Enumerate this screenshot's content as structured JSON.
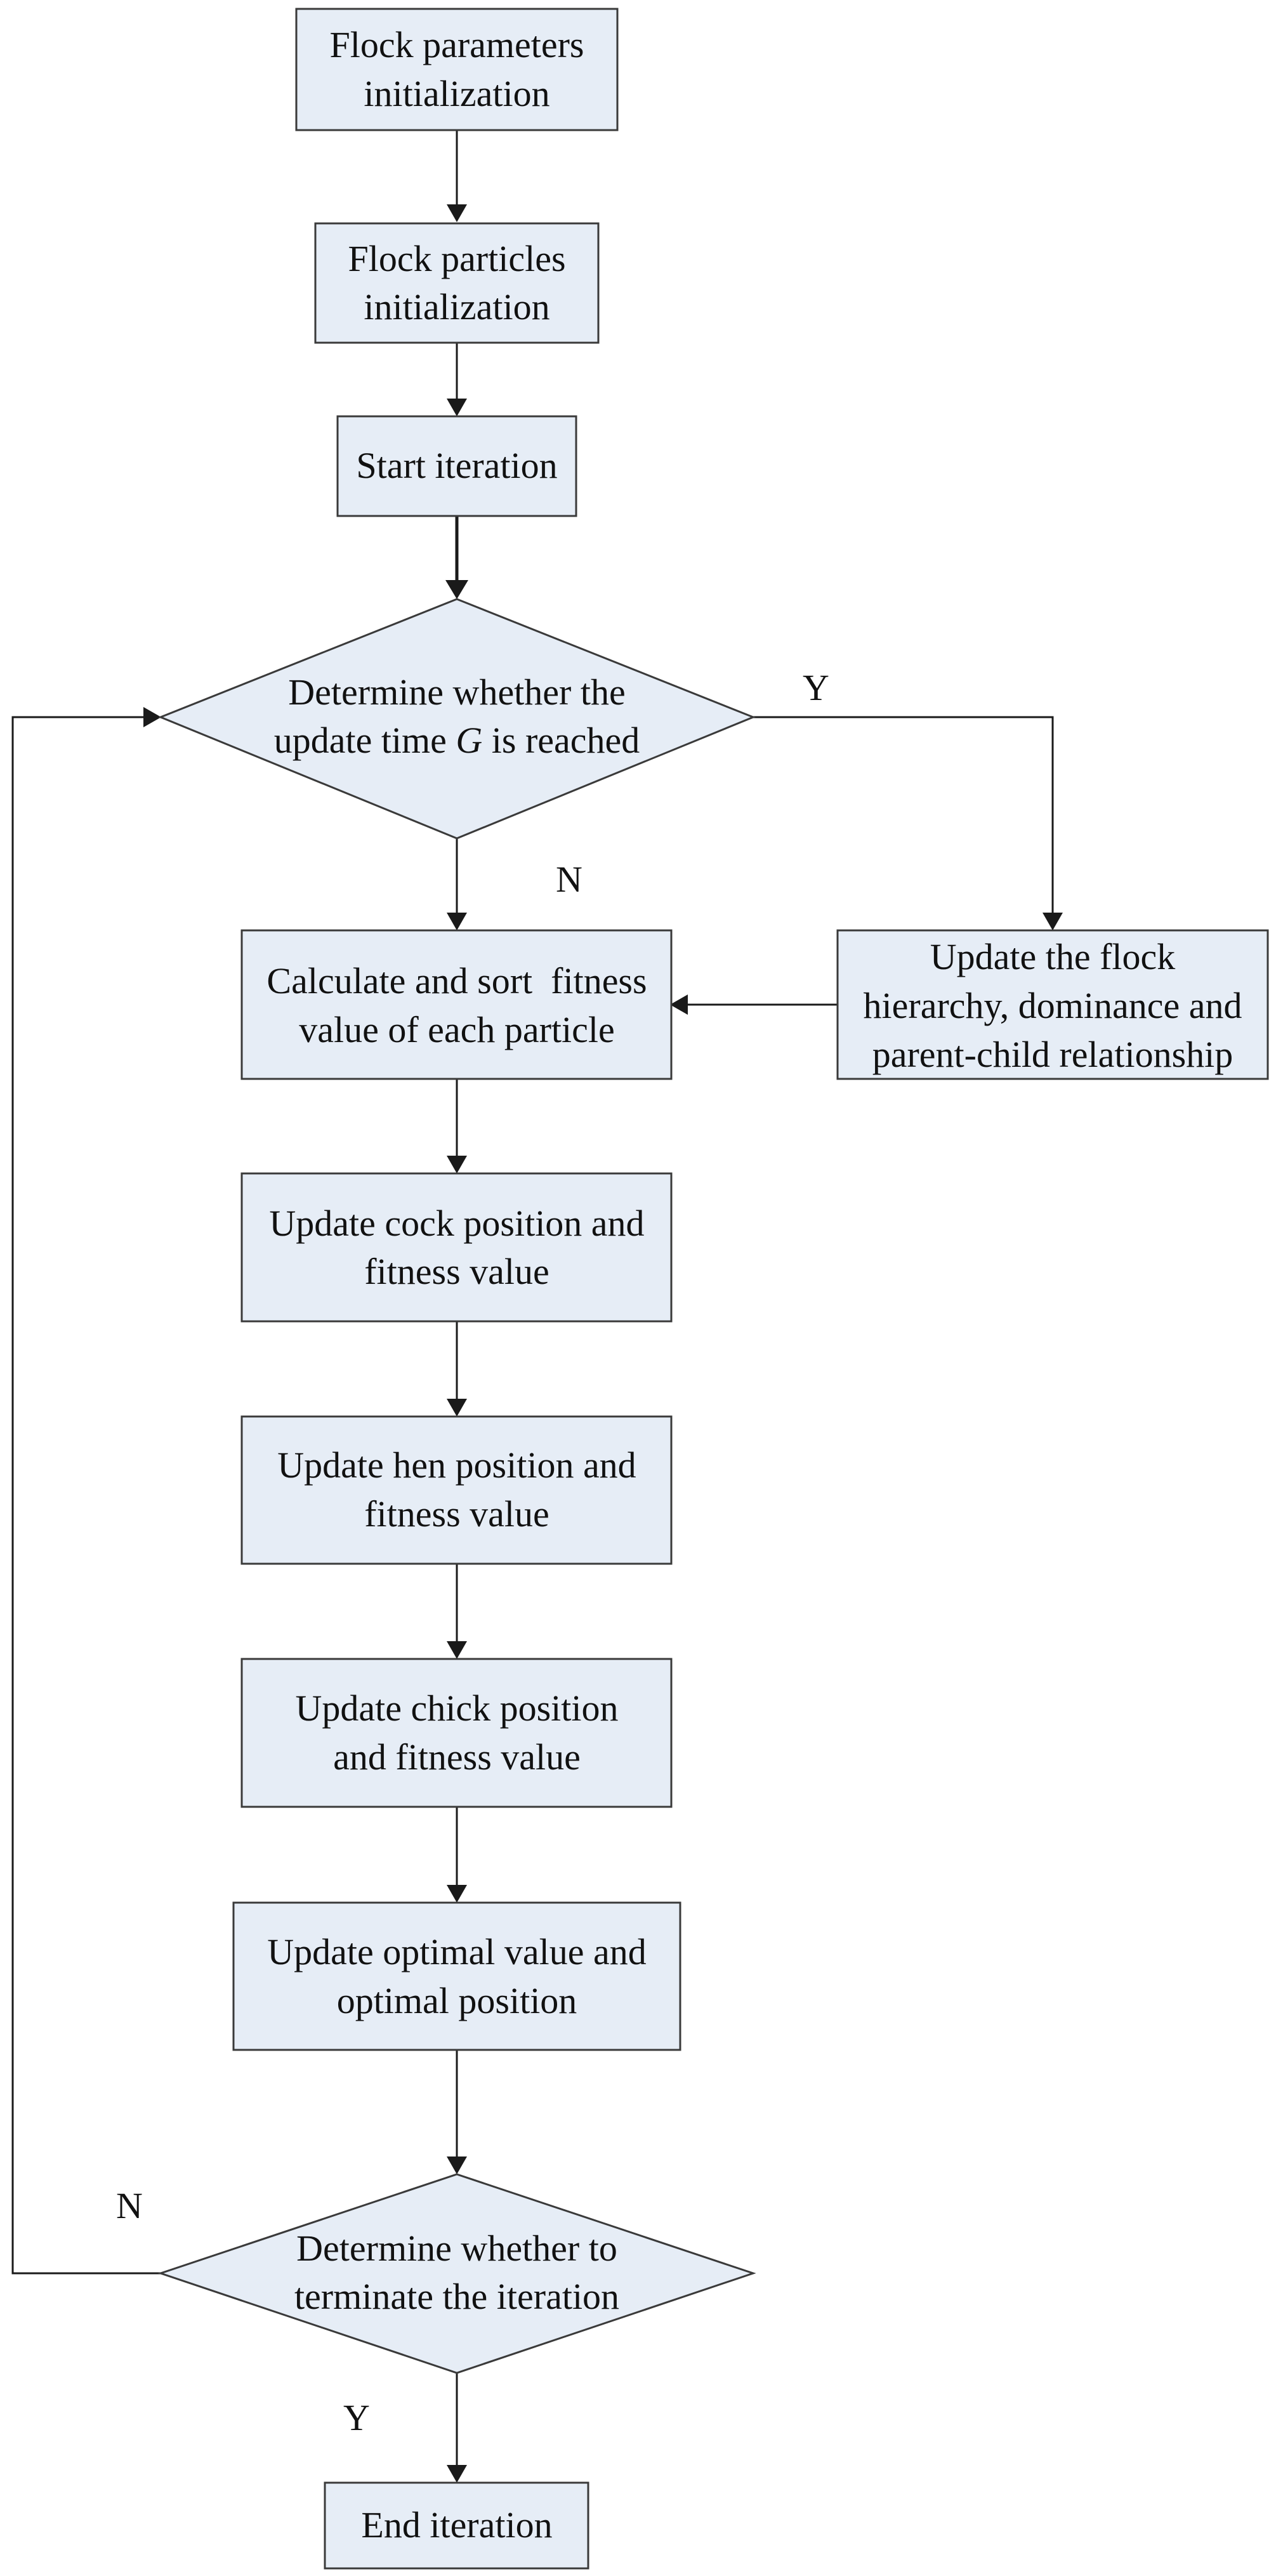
{
  "nodes": {
    "flock_params_init": {
      "line1": "Flock parameters",
      "line2": "initialization"
    },
    "flock_particles_init": {
      "line1": "Flock particles",
      "line2": "initialization"
    },
    "start_iteration": {
      "line1": "Start iteration"
    },
    "decision_update_time": {
      "line1": "Determine whether the",
      "line2_pre": "update time ",
      "line2_var": "G",
      "line2_post": " is reached"
    },
    "update_hierarchy": {
      "line1": "Update the flock",
      "line2": "hierarchy, dominance and",
      "line3": "parent-child relationship"
    },
    "calc_sort_fitness": {
      "line1": "Calculate and sort  fitness",
      "line2": "value of each particle"
    },
    "update_cock": {
      "line1": "Update cock position and",
      "line2": "fitness value"
    },
    "update_hen": {
      "line1": "Update hen position and",
      "line2": "fitness value"
    },
    "update_chick": {
      "line1": "Update chick position",
      "line2": "and fitness value"
    },
    "update_optimal": {
      "line1": "Update optimal value and",
      "line2": "optimal position"
    },
    "decision_terminate": {
      "line1": "Determine whether to",
      "line2": "terminate the iteration"
    },
    "end_iteration": {
      "line1": "End iteration"
    }
  },
  "branch_labels": {
    "update_time_yes": "Y",
    "update_time_no": "N",
    "terminate_no": "N",
    "terminate_yes": "Y"
  }
}
